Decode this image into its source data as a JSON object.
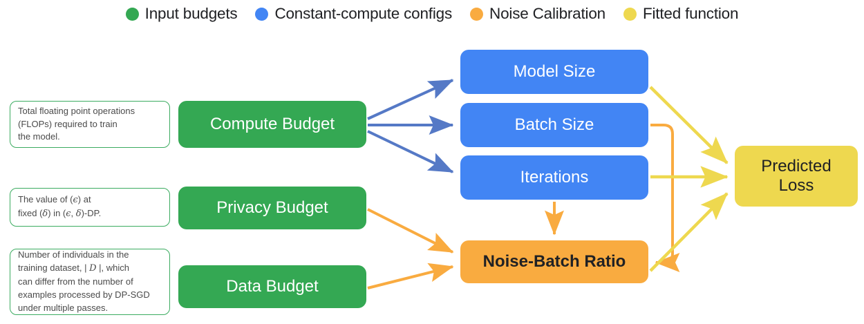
{
  "legend": {
    "items": [
      {
        "label": "Input budgets",
        "color": "#34a853",
        "icon": "legend-dot-icon"
      },
      {
        "label": "Constant-compute configs",
        "color": "#4285f4",
        "icon": "legend-dot-icon"
      },
      {
        "label": "Noise Calibration",
        "color": "#f9ab40",
        "icon": "legend-dot-icon"
      },
      {
        "label": "Fitted function",
        "color": "#eed84f",
        "icon": "legend-dot-icon"
      }
    ]
  },
  "notes": {
    "compute": {
      "line1": "Total floating point operations",
      "line2": "(FLOPs) required to train",
      "line3": "the model."
    },
    "privacy": {
      "prefix1": "The value of (",
      "eps1": "ϵ",
      "suffix1": ") at",
      "prefix2": "fixed (",
      "delta1": "δ",
      "mid2": ") in (",
      "eps2": "ϵ",
      "comma2": ", ",
      "delta2": "δ",
      "suffix2": ")-DP."
    },
    "data": {
      "line1": "Number of individuals in the",
      "line2a": "training dataset, | ",
      "line2b": "D",
      "line2c": " |, which",
      "line3": "can differ from the number of",
      "line4": "examples processed by DP-SGD",
      "line5": "under multiple passes."
    }
  },
  "nodes": {
    "compute_budget": {
      "label": "Compute Budget",
      "color": "#34a853"
    },
    "privacy_budget": {
      "label": "Privacy Budget",
      "color": "#34a853"
    },
    "data_budget": {
      "label": "Data Budget",
      "color": "#34a853"
    },
    "model_size": {
      "label": "Model Size",
      "color": "#4285f4"
    },
    "batch_size": {
      "label": "Batch Size",
      "color": "#4285f4"
    },
    "iterations": {
      "label": "Iterations",
      "color": "#4285f4"
    },
    "noise_batch_ratio": {
      "label": "Noise-Batch Ratio",
      "color": "#f9ab40"
    },
    "predicted_loss": {
      "label_line1": "Predicted",
      "label_line2": "Loss",
      "color": "#eed84f"
    }
  },
  "colors": {
    "green": "#34a853",
    "blue": "#4285f4",
    "blue_arrow": "#5579c6",
    "orange": "#f9ab40",
    "yellow": "#eed84f",
    "note_border": "#3aab5f",
    "note_text": "#4a4a4a",
    "background": "#ffffff"
  },
  "edges": [
    {
      "from": "compute_budget",
      "to": "model_size",
      "color": "#5579c6"
    },
    {
      "from": "compute_budget",
      "to": "batch_size",
      "color": "#5579c6"
    },
    {
      "from": "compute_budget",
      "to": "iterations",
      "color": "#5579c6"
    },
    {
      "from": "privacy_budget",
      "to": "noise_batch_ratio",
      "color": "#f9ab40"
    },
    {
      "from": "data_budget",
      "to": "noise_batch_ratio",
      "color": "#f9ab40"
    },
    {
      "from": "iterations",
      "to": "noise_batch_ratio",
      "color": "#f9ab40"
    },
    {
      "from": "batch_size",
      "to": "noise_batch_ratio",
      "color": "#f9ab40"
    },
    {
      "from": "model_size",
      "to": "predicted_loss",
      "color": "#eed84f"
    },
    {
      "from": "iterations",
      "to": "predicted_loss",
      "color": "#eed84f"
    },
    {
      "from": "noise_batch_ratio",
      "to": "predicted_loss",
      "color": "#eed84f"
    }
  ]
}
